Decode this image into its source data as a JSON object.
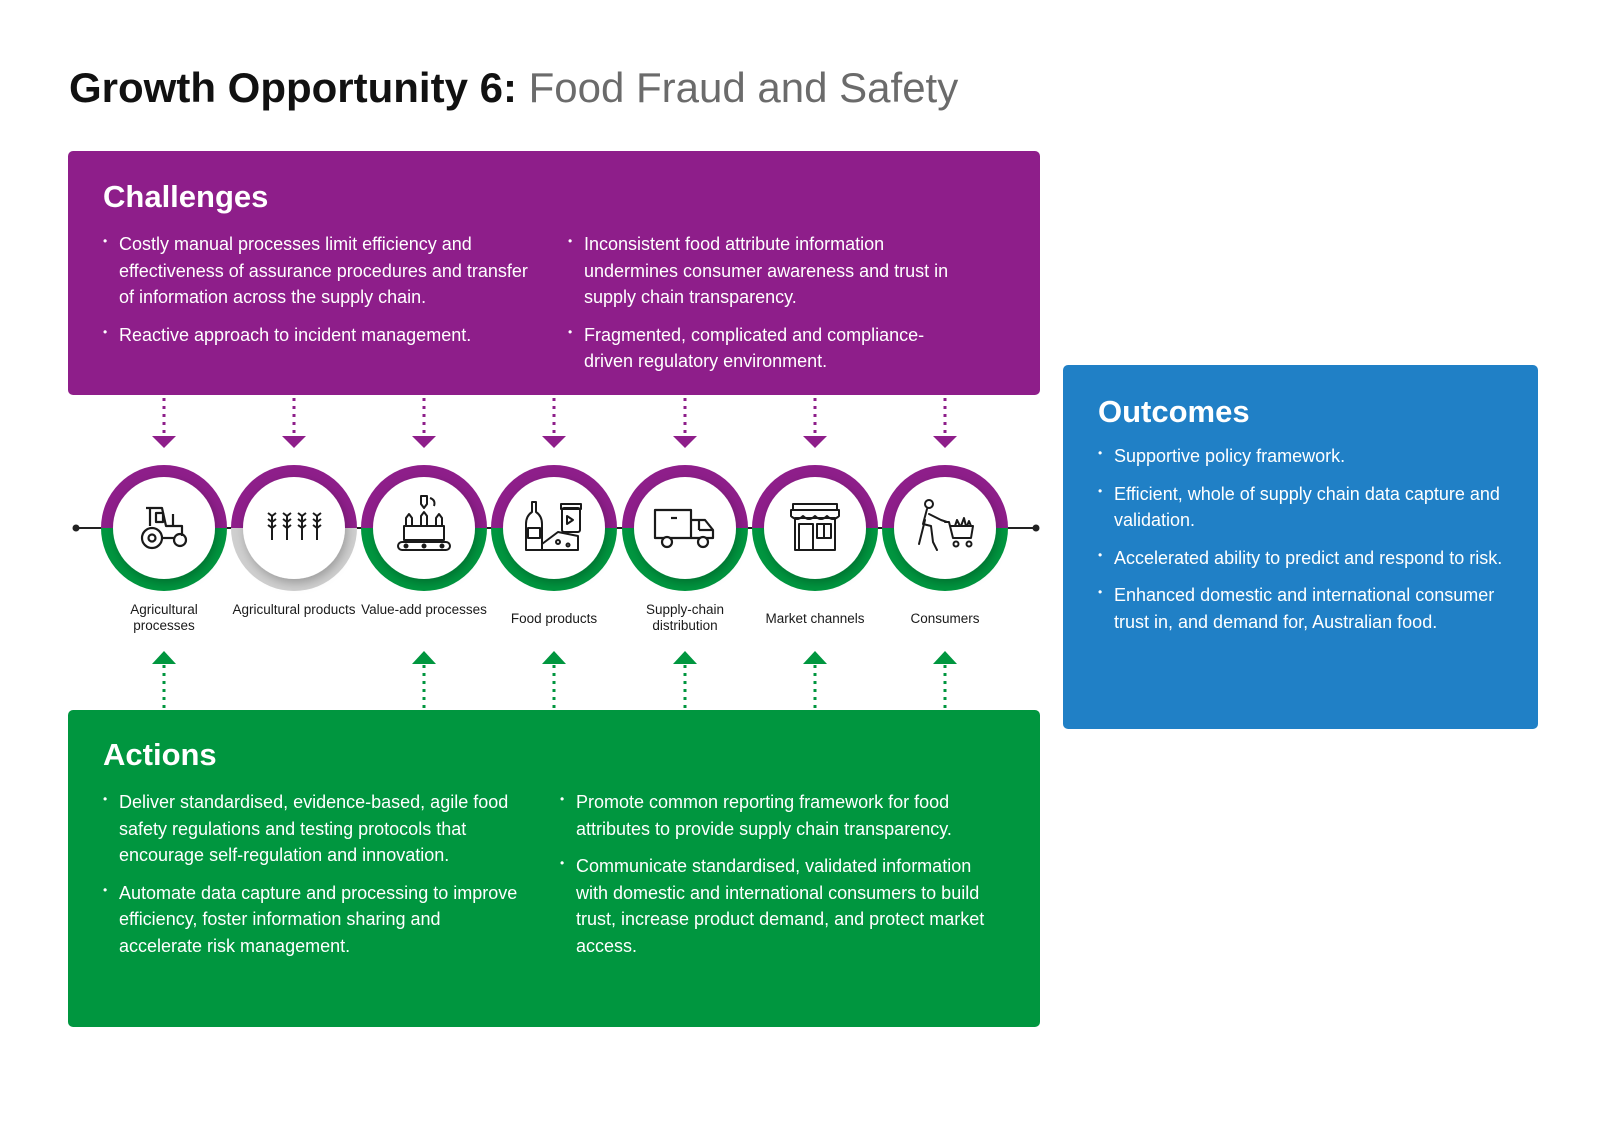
{
  "title": {
    "bold": "Growth Opportunity 6:",
    "light": "Food Fraud and Safety"
  },
  "challenges": {
    "heading": "Challenges",
    "left": [
      "Costly manual processes limit efficiency and effectiveness of assurance procedures and transfer of information across the supply chain.",
      "Reactive approach to incident management."
    ],
    "right": [
      "Inconsistent food attribute information undermines consumer awareness and trust in supply chain transparency.",
      "Fragmented, complicated and compliance-driven regulatory environment."
    ]
  },
  "stages": [
    {
      "label": "Agricultural processes",
      "icon": "tractor-icon"
    },
    {
      "label": "Agricultural products",
      "icon": "wheat-icon"
    },
    {
      "label": "Value-add processes",
      "icon": "factory-bottles-icon"
    },
    {
      "label": "Food products",
      "icon": "food-products-icon"
    },
    {
      "label": "Supply-chain distribution",
      "icon": "truck-icon"
    },
    {
      "label": "Market channels",
      "icon": "shop-icon"
    },
    {
      "label": "Consumers",
      "icon": "shopper-cart-icon"
    }
  ],
  "actions": {
    "heading": "Actions",
    "left": [
      "Deliver standardised, evidence-based, agile food safety regulations and testing protocols that encourage self-regulation and innovation.",
      "Automate data capture and processing to improve efficiency, foster information sharing and accelerate risk management."
    ],
    "right": [
      "Promote common reporting framework for food attributes to provide supply chain transparency.",
      "Communicate standardised, validated information with domestic and international consumers to build trust, increase product demand, and protect market access."
    ]
  },
  "outcomes": {
    "heading": "Outcomes",
    "items": [
      "Supportive policy framework.",
      "Efficient, whole of supply chain data capture and validation.",
      "Accelerated ability to predict and respond to risk.",
      "Enhanced domestic and international consumer trust in, and demand for, Australian food."
    ]
  },
  "colors": {
    "challenges": "#8e1e8a",
    "actions": "#00963f",
    "outcomes": "#2080c6"
  }
}
